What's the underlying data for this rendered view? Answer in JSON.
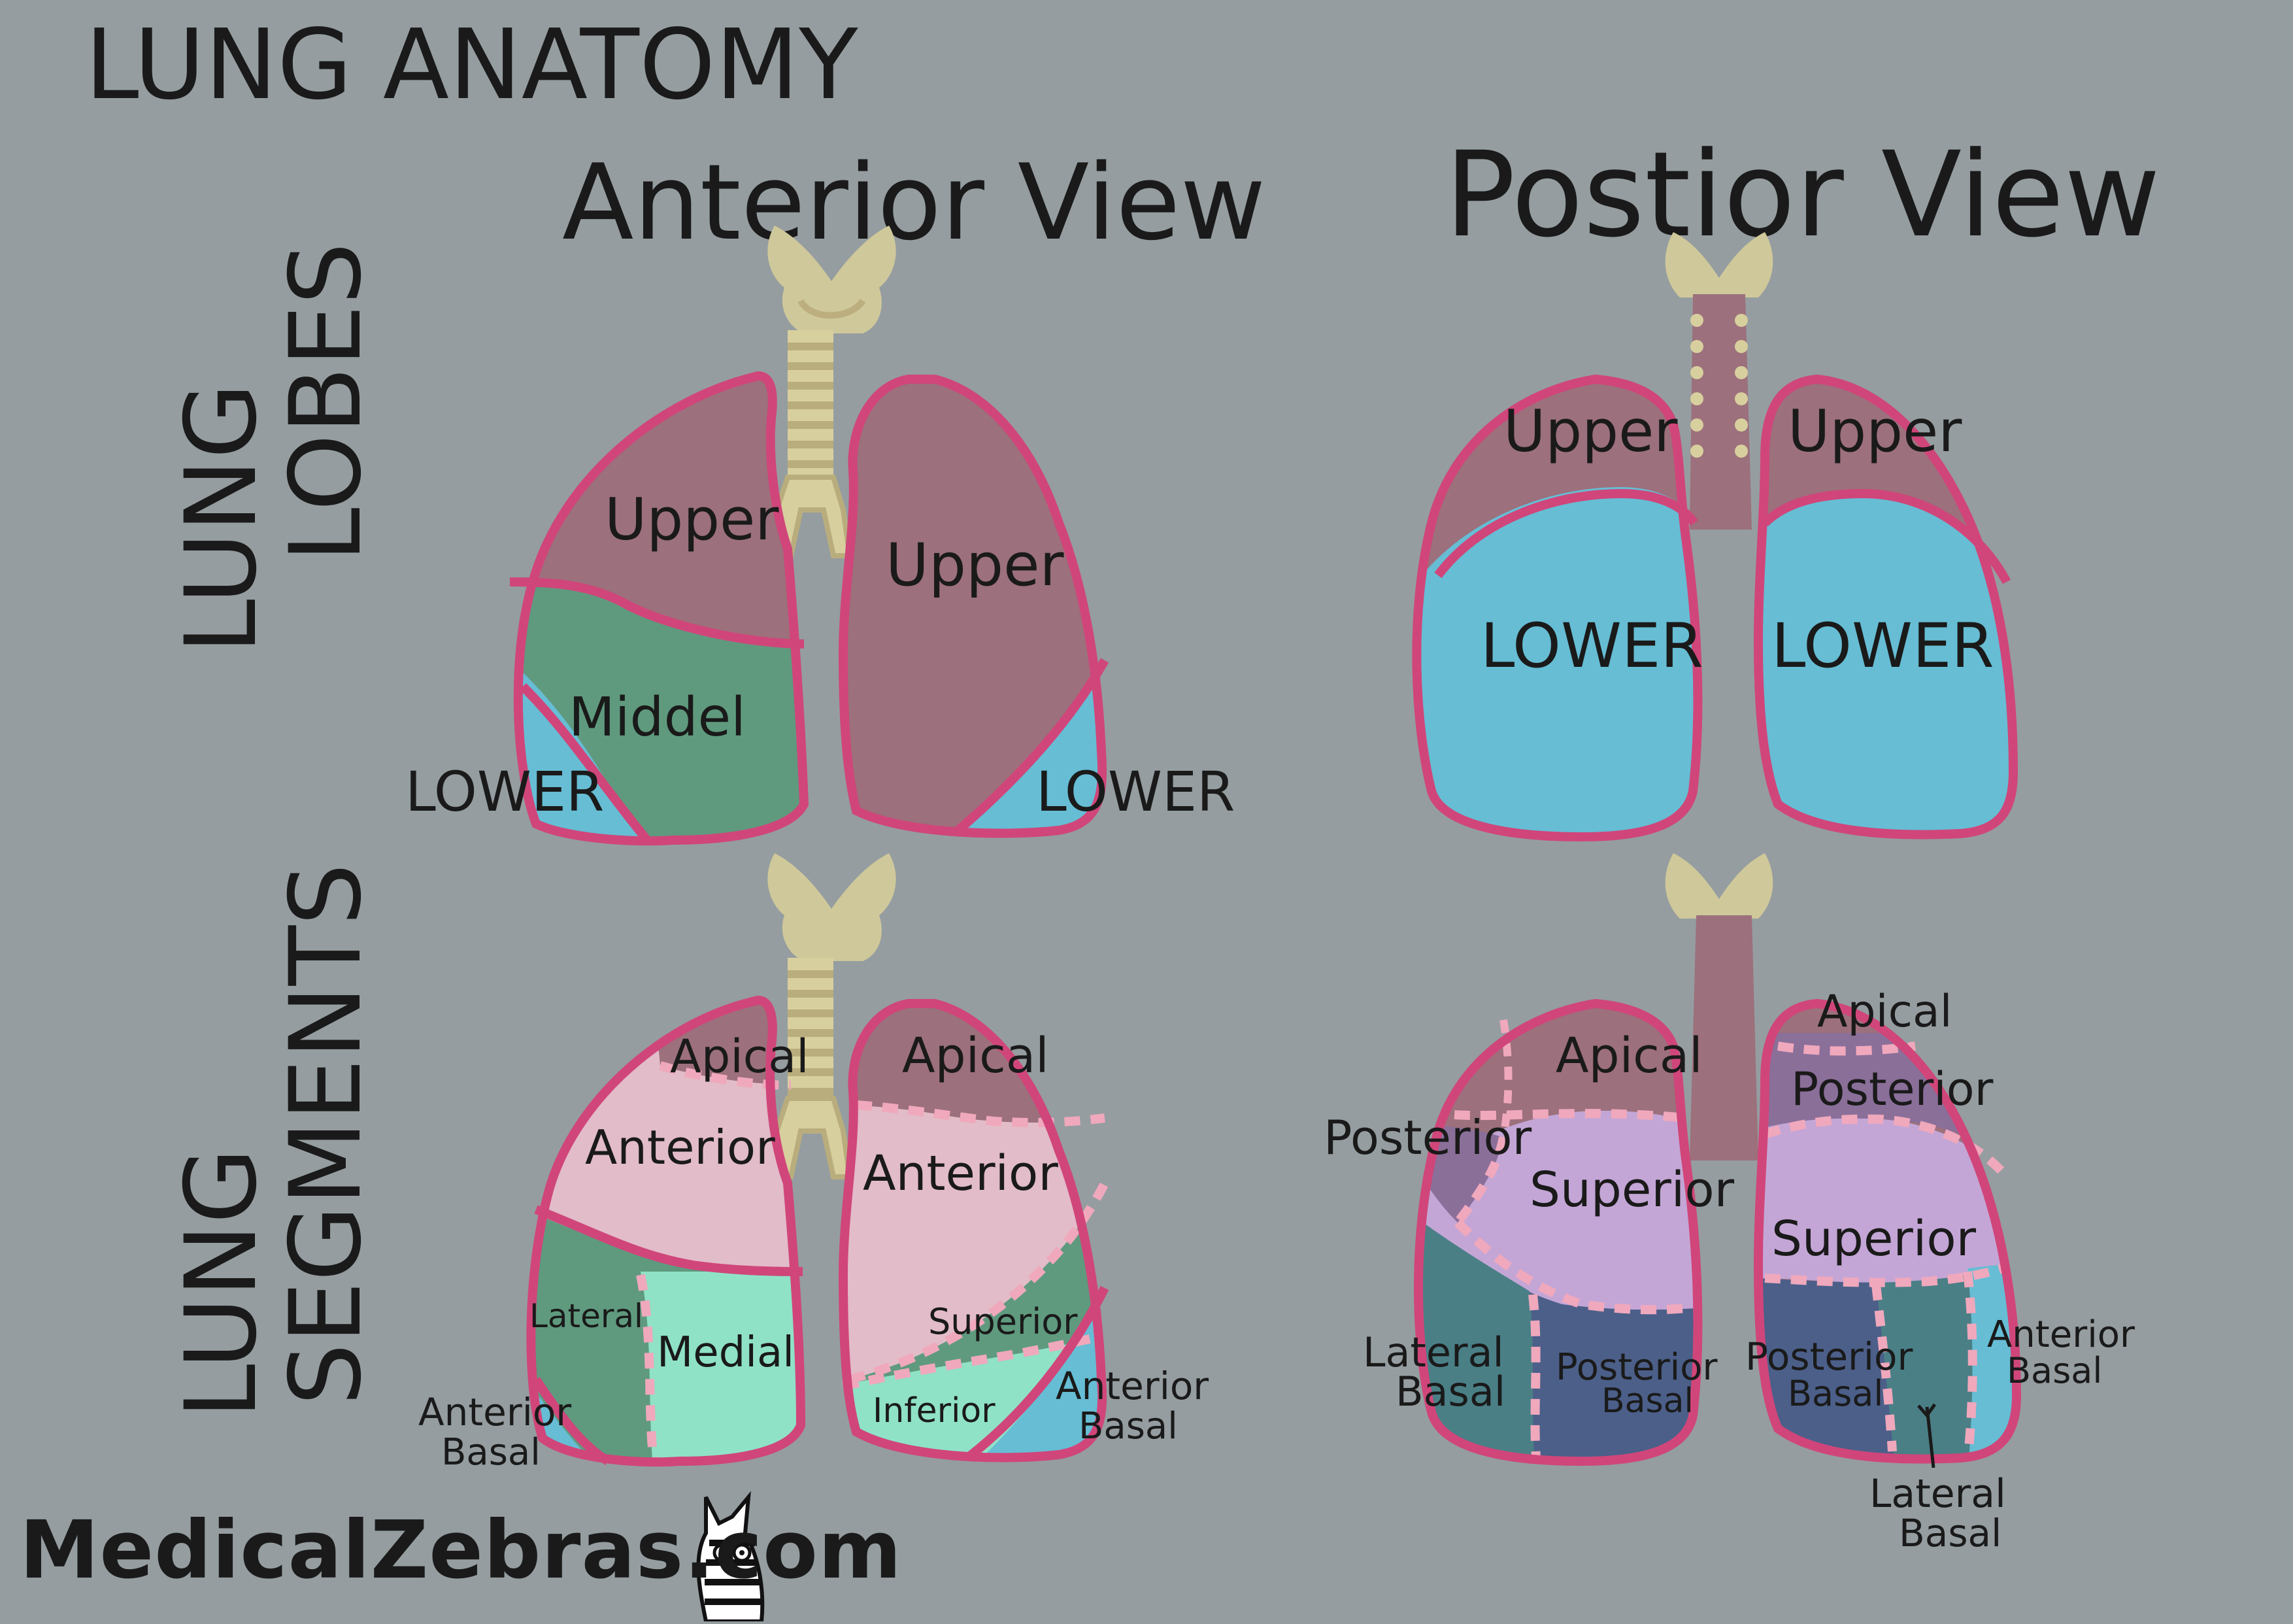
{
  "title": "LUNG ANATOMY",
  "views": {
    "anterior": "Anterior View",
    "posterior": "Postior View"
  },
  "rows": {
    "lobes": [
      "LUNG",
      "LOBES"
    ],
    "segments": [
      "LUNG",
      "SEGMENTS"
    ]
  },
  "anterior_lobes": {
    "right_upper": "Upper",
    "right_middle": "Middel",
    "right_lower": "LOWER",
    "left_upper": "Upper",
    "left_lower": "LOWER"
  },
  "posterior_lobes": {
    "left_upper": "Upper",
    "right_upper": "Upper",
    "left_lower": "LOWER",
    "right_lower": "LOWER"
  },
  "anterior_segments": {
    "right_apical": "Apical",
    "right_anterior": "Anterior",
    "right_lateral": "Lateral",
    "right_medial": "Medial",
    "right_anterior_basal": [
      "Anterior",
      "Basal"
    ],
    "left_apical": "Apical",
    "left_anterior": "Anterior",
    "left_superior": "Superior",
    "left_inferior": "Inferior",
    "left_anterior_basal": [
      "Anterior",
      "Basal"
    ]
  },
  "posterior_segments": {
    "left_apical": "Apical",
    "left_posterior": "Posterior",
    "left_superior": "Superior",
    "left_lateral_basal": [
      "Lateral",
      "Basal"
    ],
    "left_posterior_basal": [
      "Posterior",
      "Basal"
    ],
    "right_apical": "Apical",
    "right_posterior": "Posterior",
    "right_superior": "Superior",
    "right_posterior_basal": [
      "Posterior",
      "Basal"
    ],
    "right_anterior_basal": [
      "Anterior",
      "Basal"
    ],
    "right_lateral_basal": [
      "Lateral",
      "Basal"
    ]
  },
  "brand": "MedicalZebras.com",
  "colors": {
    "background": "#959da0",
    "outline": "#d0467a",
    "upper": "#9c707c",
    "middle": "#5f9a7e",
    "lower": "#66bdd4",
    "anterior_seg": "#e2bcc8",
    "medial_seg": "#8fe2c6",
    "superior_seg": "#c3a6d6",
    "posterior_seg_dark": "#4b5f89",
    "lateral_teal": "#4a7f86",
    "posterior_purple": "#8a6f99",
    "trachea": "#9c707c",
    "cartilage": "#cfc89a",
    "dash": "#f0a8bc"
  }
}
